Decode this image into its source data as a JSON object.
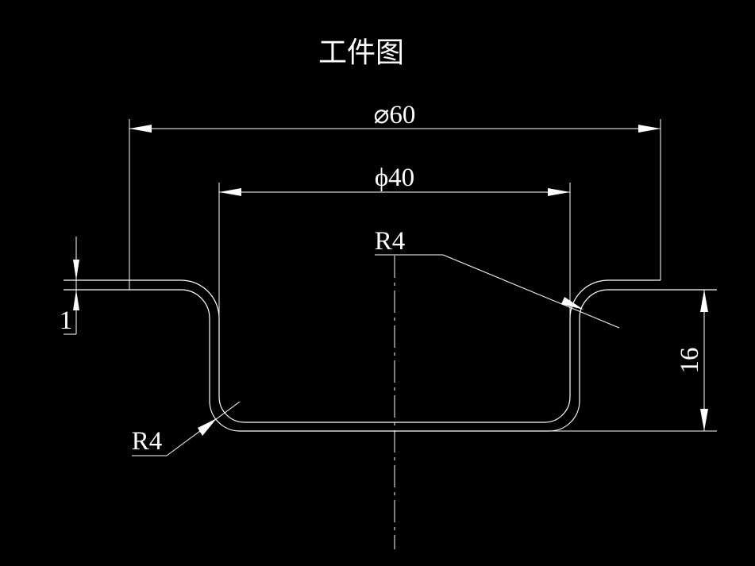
{
  "title": "工件图",
  "dimensions": {
    "outer_diameter": "⌀60",
    "inner_diameter": "ϕ40",
    "radius_top": "R4",
    "radius_bottom": "R4",
    "height": "16",
    "thickness": "1"
  }
}
